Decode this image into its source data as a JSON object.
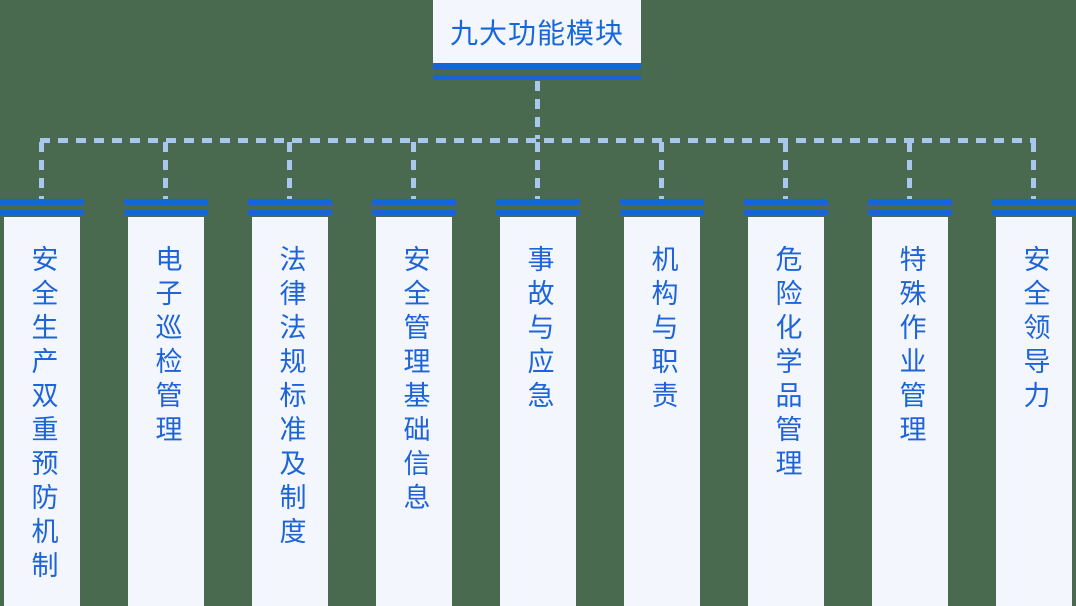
{
  "diagram": {
    "root_label": "九大功能模块",
    "modules": [
      {
        "label": "安全生产双重预防机制"
      },
      {
        "label": "电子巡检管理"
      },
      {
        "label": "法律法规标准及制度"
      },
      {
        "label": "安全管理基础信息"
      },
      {
        "label": "事故与应急"
      },
      {
        "label": "机构与职责"
      },
      {
        "label": "危险化学品管理"
      },
      {
        "label": "特殊作业管理"
      },
      {
        "label": "安全领导力"
      }
    ]
  },
  "colors": {
    "background_green": "#4a6a4f",
    "panel_fill": "#f3f7fd",
    "solid_line_blue": "#1565d8",
    "dashed_connector_blue": "#a9c6ec",
    "text_blue": "#1e64d8"
  }
}
